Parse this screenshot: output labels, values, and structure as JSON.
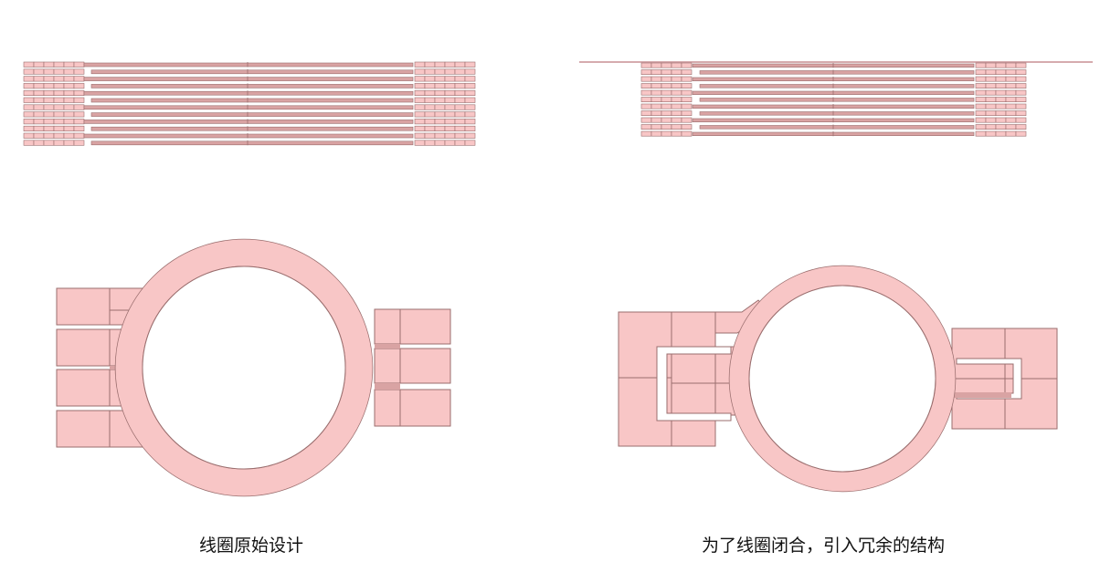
{
  "figure": {
    "colors": {
      "copper_fill": "#f8c6c6",
      "copper_dark": "#d9a3a3",
      "edge": "#9a6e6e",
      "background": "#ffffff"
    },
    "left_panel": {
      "caption": "线圈原始设计",
      "side_view": {
        "layers": 12
      }
    },
    "right_panel": {
      "caption": "为了线圈闭合，引入冗余的结构",
      "side_view": {
        "layers": 11
      }
    }
  }
}
